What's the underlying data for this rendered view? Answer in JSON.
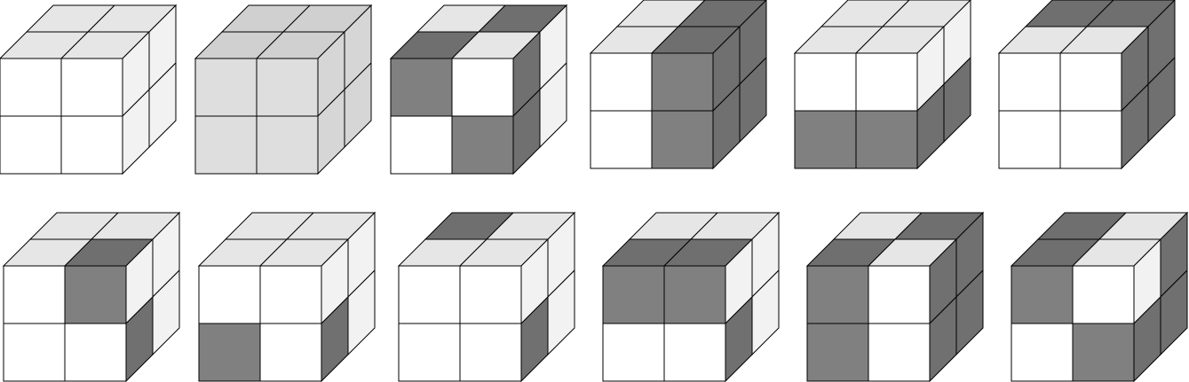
{
  "palette": {
    "white": "#ffffff",
    "light": "#e6e6e6",
    "lightside": "#f2f2f2",
    "dark": "#808080",
    "darkside": "#707070",
    "darktop": "#6f6f6f",
    "lightgray": "#dedede",
    "lightgraytop": "#d0d0d0",
    "lightgrayside": "#d6d6d6"
  },
  "cubes": [
    {
      "id": "cube-1",
      "front": [
        "white",
        "white",
        "white",
        "white"
      ],
      "top": [
        "light",
        "light",
        "light",
        "light"
      ],
      "side": [
        "lightside",
        "lightside",
        "lightside",
        "lightside"
      ]
    },
    {
      "id": "cube-2",
      "front": [
        "lightgray",
        "lightgray",
        "lightgray",
        "lightgray"
      ],
      "top": [
        "lightgraytop",
        "lightgraytop",
        "lightgraytop",
        "lightgraytop"
      ],
      "side": [
        "lightgrayside",
        "lightgrayside",
        "lightgrayside",
        "lightgrayside"
      ]
    },
    {
      "id": "cube-3",
      "front": [
        "dark",
        "white",
        "white",
        "dark"
      ],
      "top": [
        "light",
        "darktop",
        "darktop",
        "light"
      ],
      "side": [
        "darkside",
        "lightside",
        "darkside",
        "lightside"
      ]
    },
    {
      "id": "cube-4",
      "front": [
        "white",
        "dark",
        "white",
        "dark"
      ],
      "top": [
        "light",
        "darktop",
        "light",
        "darktop"
      ],
      "side": [
        "darkside",
        "darkside",
        "darkside",
        "darkside"
      ]
    },
    {
      "id": "cube-5",
      "front": [
        "white",
        "white",
        "dark",
        "dark"
      ],
      "top": [
        "light",
        "light",
        "light",
        "light"
      ],
      "side": [
        "lightside",
        "lightside",
        "darkside",
        "darkside"
      ]
    },
    {
      "id": "cube-6",
      "front": [
        "white",
        "white",
        "white",
        "white"
      ],
      "top": [
        "darktop",
        "darktop",
        "light",
        "light"
      ],
      "side": [
        "darkside",
        "darkside",
        "darkside",
        "darkside"
      ]
    },
    {
      "id": "cube-7",
      "front": [
        "white",
        "dark",
        "white",
        "white"
      ],
      "top": [
        "light",
        "light",
        "light",
        "darktop"
      ],
      "side": [
        "lightside",
        "lightside",
        "darkside",
        "lightside"
      ]
    },
    {
      "id": "cube-8",
      "front": [
        "white",
        "white",
        "dark",
        "white"
      ],
      "top": [
        "light",
        "light",
        "light",
        "light"
      ],
      "side": [
        "lightside",
        "lightside",
        "darkside",
        "lightside"
      ]
    },
    {
      "id": "cube-9",
      "front": [
        "white",
        "white",
        "white",
        "white"
      ],
      "top": [
        "darktop",
        "light",
        "light",
        "light"
      ],
      "side": [
        "lightside",
        "lightside",
        "darkside",
        "lightside"
      ]
    },
    {
      "id": "cube-10",
      "front": [
        "dark",
        "dark",
        "white",
        "white"
      ],
      "top": [
        "light",
        "light",
        "darktop",
        "darktop"
      ],
      "side": [
        "lightside",
        "lightside",
        "darkside",
        "lightside"
      ]
    },
    {
      "id": "cube-11",
      "front": [
        "dark",
        "white",
        "dark",
        "white"
      ],
      "top": [
        "light",
        "darktop",
        "darktop",
        "light"
      ],
      "side": [
        "darkside",
        "darkside",
        "darkside",
        "darkside"
      ]
    },
    {
      "id": "cube-12",
      "front": [
        "dark",
        "white",
        "white",
        "dark"
      ],
      "top": [
        "darktop",
        "light",
        "darktop",
        "light"
      ],
      "side": [
        "lightside",
        "darkside",
        "darkside",
        "darkside"
      ]
    }
  ]
}
